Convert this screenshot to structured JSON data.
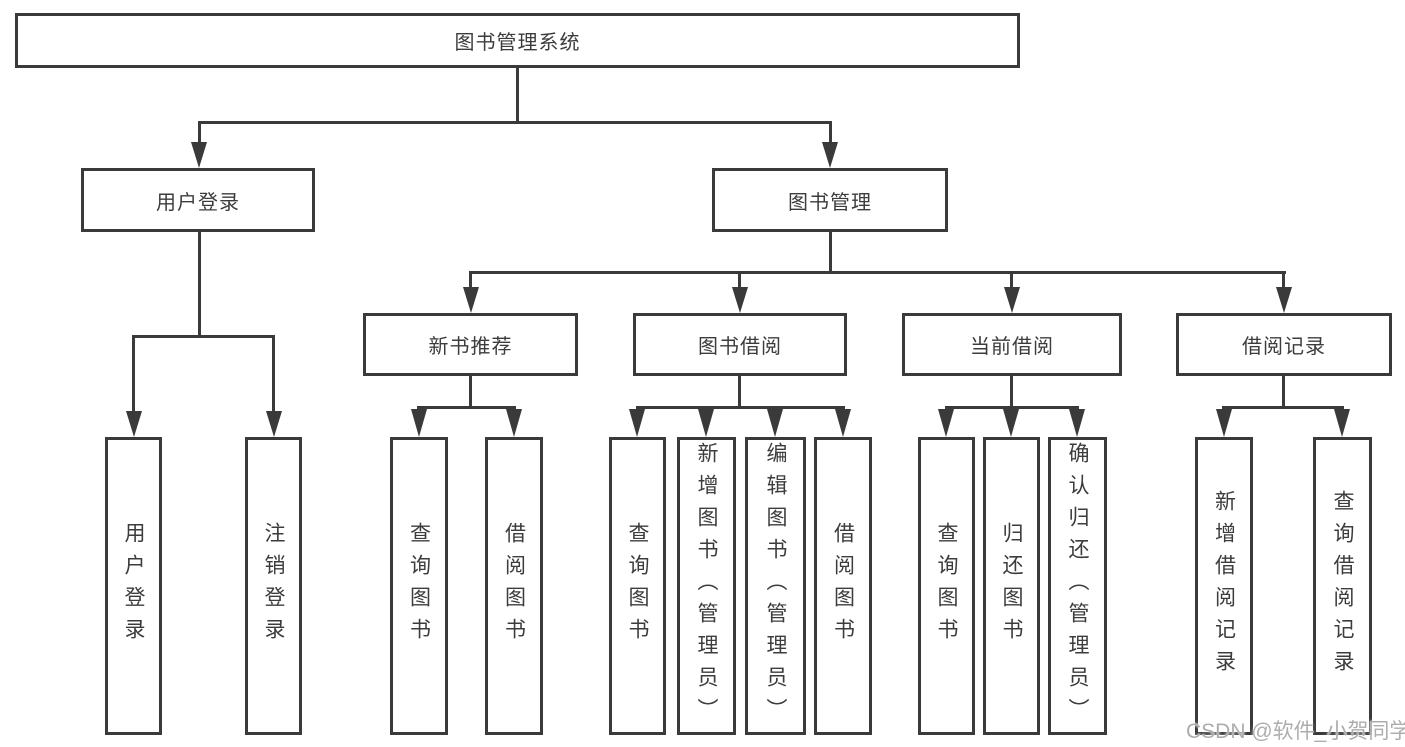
{
  "watermark": "CSDN @软件_小贺同学",
  "colors": {
    "line": "#3a3a3a",
    "border": "#3a3a3a",
    "text": "#3c3c3c",
    "background": "#ffffff",
    "watermark_text": "#adadad"
  },
  "tree": {
    "root": {
      "label": "图书管理系统"
    },
    "level2": [
      {
        "label": "用户登录",
        "children": [
          "用户登录",
          "注销登录"
        ]
      },
      {
        "label": "图书管理",
        "sections": [
          {
            "label": "新书推荐",
            "children": [
              "查询图书",
              "借阅图书"
            ]
          },
          {
            "label": "图书借阅",
            "children": [
              "查询图书",
              "新增图书（管理员）",
              "编辑图书（管理员）",
              "借阅图书"
            ]
          },
          {
            "label": "当前借阅",
            "children": [
              "查询图书",
              "归还图书",
              "确认归还（管理员）"
            ]
          },
          {
            "label": "借阅记录",
            "children": [
              "新增借阅记录",
              "查询借阅记录"
            ]
          }
        ]
      }
    ]
  }
}
